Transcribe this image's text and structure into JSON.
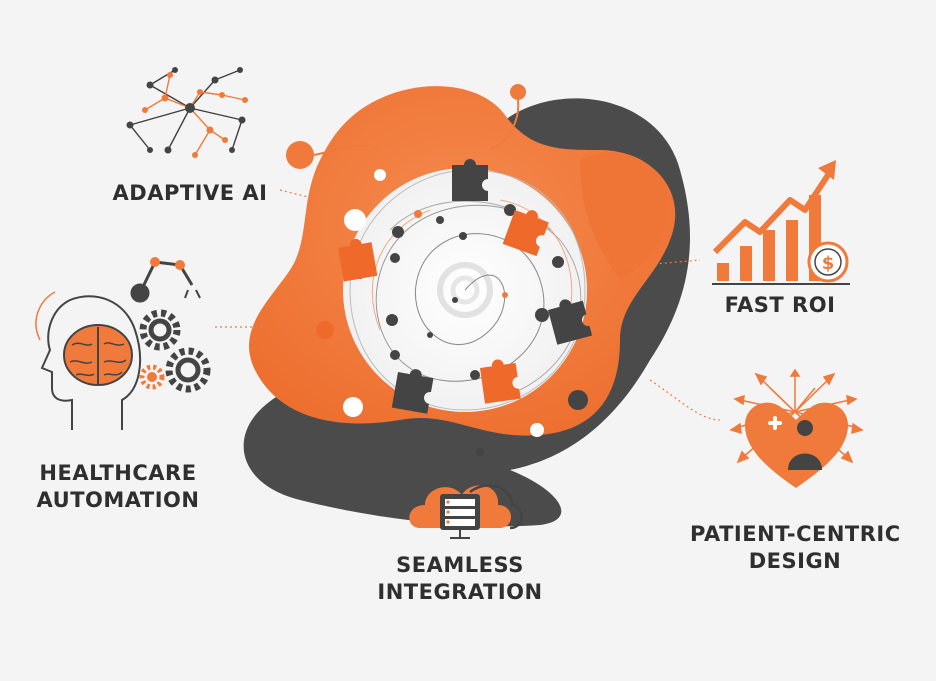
{
  "colors": {
    "orange": "#f07a3c",
    "dark": "#4a4a4a",
    "background": "#f4f4f4",
    "text": "#2f2f2f"
  },
  "labels": {
    "adaptive_ai": "ADAPTIVE AI",
    "healthcare_line1": "HEALTHCARE",
    "healthcare_line2": "AUTOMATION",
    "seamless_line1": "SEAMLESS",
    "seamless_line2": "INTEGRATION",
    "fast_roi": "FAST ROI",
    "patient_line1": "PATIENT-CENTRIC",
    "patient_line2": "DESIGN"
  },
  "icons": {
    "adaptive_ai": "neural-network-icon",
    "healthcare_automation": "brain-gears-robot-arm-icon",
    "seamless_integration": "cloud-server-icon",
    "fast_roi": "growth-chart-dollar-icon",
    "patient_centric": "heart-person-cross-icon",
    "center": "swirl-puzzle-icon"
  }
}
